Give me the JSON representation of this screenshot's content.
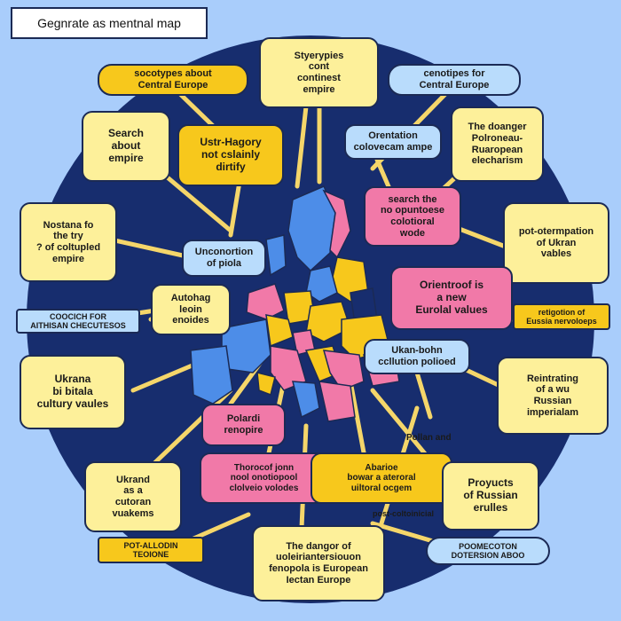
{
  "title": "Gegnrate as mentnal map",
  "colors": {
    "background": "#a9cdfb",
    "ring": "#172d6e",
    "cream": "#fdf09a",
    "yellow": "#f7c81c",
    "pink": "#f179a8",
    "blue": "#8ec4f3",
    "line": "#f5d66a"
  },
  "nodes": {
    "top_center": "Styerypies\ncont\ncontinest\nempire",
    "top_left_pill": "socotypes about\nCentral Europe",
    "top_right_pill": "cenotipes for\nCentral Europe",
    "search_empire": "Search\nabout\nempire",
    "ustr_hagory": "Ustr-Hagory\nnot cslainly\ndirtify",
    "orientation": "Orentation\ncolovecam ampe",
    "danger_top_right": "The doanger\nPolroneau-\nRuaropean\nelecharism",
    "nostana": "Nostana fo\nthe try\n? of coltupled\nempire",
    "search_colotioral": "search the\nno opuntoese\ncolotioral\nwode",
    "post_ukrain": "pot-otermpation\nof Ukran\nvables",
    "unconortion": "Unconortion\nof piola",
    "autohag": "Autohag\nleoin\nenoides",
    "african_bar": "COOCICH FOR\nAITHISAN CHECUTESOS",
    "orientroof": "Orientroof is\na new\nEurolal values",
    "retigation_bar": "retigotion of\nEussia nervoloeps",
    "ukranian_alaue": "Ukan-bohn\nccllution polioed",
    "ukrana_bi": "Ukrana\nbi bitala\ncultury vaules",
    "reintrating": "Reintrating\nof a wu\nRussian\nimperialam",
    "polardi": "Polardi\nrenopire",
    "thorocof": "Thorocof jonn\nnool onotiopool\nclolveio volodes",
    "polland": "Pollan and",
    "abarioe": "Abarioe\nbowar a ateroral\nuiltoral ocgem",
    "ukrand_as": "Ukrand\nas a\ncutoran\nvuakems",
    "products": "Proyucts\nof Russian\nerulles",
    "post_colonial": "post-coltoinicial",
    "pot_allodin": "POT-ALLODIN\nTEOIONE",
    "poomecoton": "POOMECOTON\nDOTERSION ABOO",
    "danger_bottom": "The dangor of\nuoleiriantersiouon\nfenopola is European\nIectan Europe"
  }
}
